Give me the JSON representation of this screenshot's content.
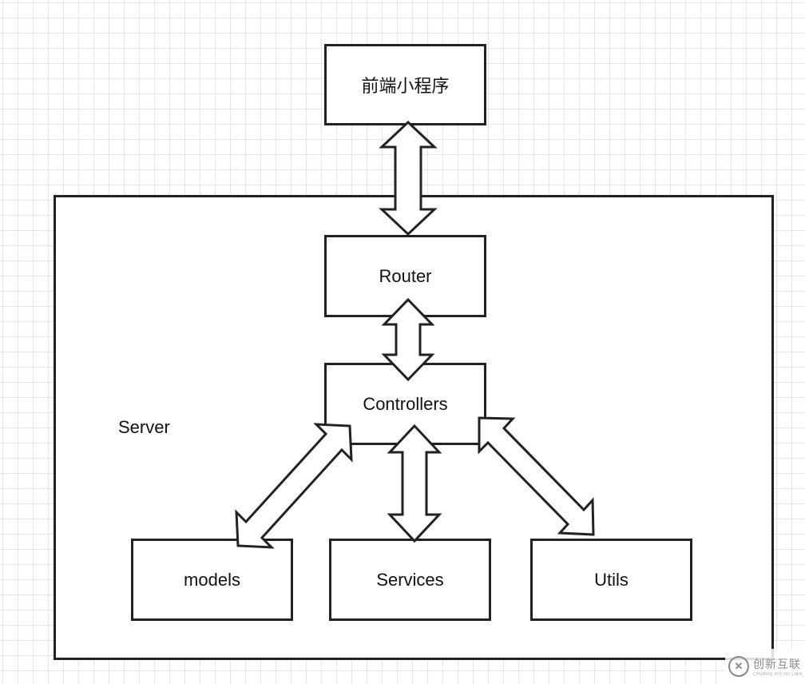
{
  "diagram": {
    "server_label": "Server",
    "nodes": {
      "frontend": "前端小程序",
      "router": "Router",
      "controllers": "Controllers",
      "models": "models",
      "services": "Services",
      "utils": "Utils"
    },
    "edges": [
      {
        "from": "frontend",
        "to": "router",
        "direction": "bidirectional"
      },
      {
        "from": "router",
        "to": "controllers",
        "direction": "bidirectional"
      },
      {
        "from": "controllers",
        "to": "models",
        "direction": "bidirectional"
      },
      {
        "from": "controllers",
        "to": "services",
        "direction": "bidirectional"
      },
      {
        "from": "controllers",
        "to": "utils",
        "direction": "bidirectional"
      }
    ]
  },
  "watermark": {
    "icon": "chuangxin-logo-icon",
    "text": "创新互联",
    "subtext": "CHUANG XIN HU LIAN"
  },
  "colors": {
    "stroke": "#222222",
    "grid": "#e2e5f3",
    "fill": "#ffffff"
  }
}
